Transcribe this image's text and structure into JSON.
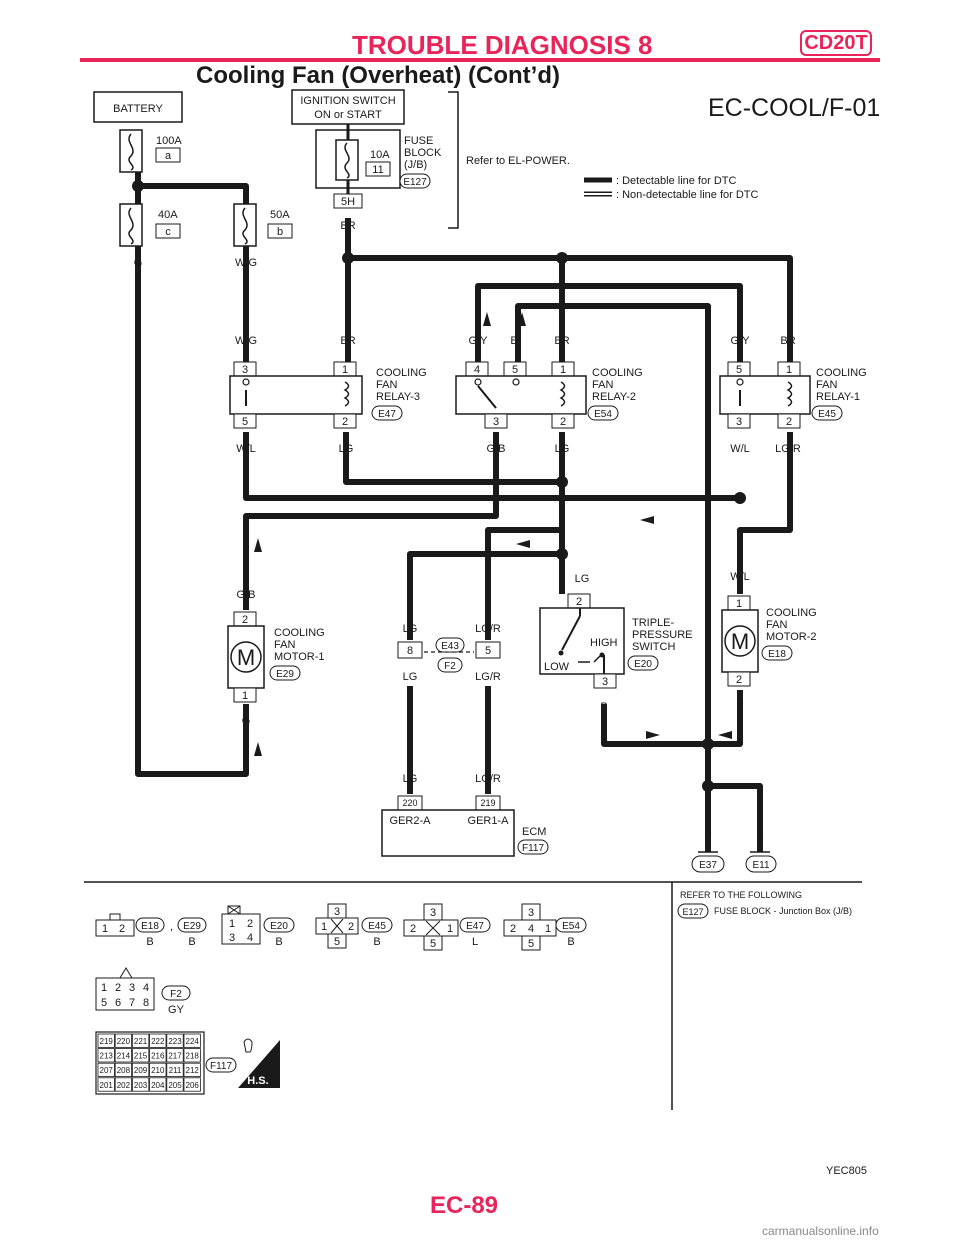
{
  "header": {
    "title": "TROUBLE DIAGNOSIS 8",
    "engine_code": "CD20T",
    "subtitle": "Cooling Fan (Overheat) (Cont’d)"
  },
  "diagram_id": "EC-COOL/F-01",
  "battery": "BATTERY",
  "ignition_switch": [
    "IGNITION SWITCH",
    "ON or START"
  ],
  "fuse_block": {
    "label": [
      "FUSE",
      "BLOCK",
      "(J/B)"
    ],
    "connector": "E127",
    "fuse_amp": "10A",
    "fuse_no": "11",
    "terminal": "5H"
  },
  "refer_note": "Refer to EL-POWER.",
  "fusible_links": [
    {
      "amp": "100A",
      "id": "a"
    },
    {
      "amp": "40A",
      "id": "c"
    },
    {
      "amp": "50A",
      "id": "b"
    }
  ],
  "legend": {
    "detectable": ": Detectable line for DTC",
    "non_detectable": ": Non-detectable line for DTC"
  },
  "wires": {
    "g": "G",
    "wg": "W/G",
    "br": "BR",
    "wl": "W/L",
    "lg": "LG",
    "gy": "G/Y",
    "b": "B",
    "gb": "G/B",
    "lgr": "LG/R"
  },
  "relays": [
    {
      "name": [
        "COOLING",
        "FAN",
        "RELAY-3"
      ],
      "conn": "E47",
      "t": [
        "3",
        "1",
        "5",
        "2"
      ]
    },
    {
      "name": [
        "COOLING",
        "FAN",
        "RELAY-2"
      ],
      "conn": "E54",
      "t": [
        "4",
        "5",
        "1",
        "3",
        "2"
      ]
    },
    {
      "name": [
        "COOLING",
        "FAN",
        "RELAY-1"
      ],
      "conn": "E45",
      "t": [
        "5",
        "1",
        "3",
        "2"
      ]
    }
  ],
  "motors": [
    {
      "name": [
        "COOLING",
        "FAN",
        "MOTOR-1"
      ],
      "conn": "E29",
      "t": [
        "2",
        "1"
      ],
      "sym": "M"
    },
    {
      "name": [
        "COOLING",
        "FAN",
        "MOTOR-2"
      ],
      "conn": "E18",
      "t": [
        "1",
        "2"
      ],
      "sym": "M"
    }
  ],
  "joint": {
    "c1": "E43",
    "c2": "F2",
    "t1": "8",
    "t2": "5"
  },
  "pressure_switch": {
    "name": [
      "TRIPLE-",
      "PRESSURE",
      "SWITCH"
    ],
    "conn": "E20",
    "high": "HIGH",
    "low": "LOW",
    "t1": "2",
    "t2": "3"
  },
  "ecm": {
    "label": "ECM",
    "conn": "F117",
    "t1": "220",
    "t2": "219",
    "n1": "GER2-A",
    "n2": "GER1-A"
  },
  "grounds": [
    "E37",
    "E11"
  ],
  "connectors": [
    {
      "id": "E18",
      "color": "B",
      "pins": [
        "1",
        "2"
      ]
    },
    {
      "id": "E29",
      "color": "B",
      "sep": ","
    },
    {
      "id": "E20",
      "color": "B",
      "pins": [
        "1",
        "2",
        "3",
        "4"
      ]
    },
    {
      "id": "E45",
      "color": "B",
      "pins": [
        "3",
        "1",
        "2",
        "5"
      ]
    },
    {
      "id": "E47",
      "color": "L",
      "pins": [
        "3",
        "2",
        "1",
        "5"
      ]
    },
    {
      "id": "E54",
      "color": "B",
      "pins": [
        "3",
        "2",
        "4",
        "1",
        "5"
      ]
    },
    {
      "id": "F2",
      "color": "GY",
      "pins": [
        "1",
        "2",
        "3",
        "4",
        "5",
        "6",
        "7",
        "8"
      ]
    },
    {
      "id": "F117",
      "color": ""
    }
  ],
  "ecm_pins": [
    [
      "219",
      "220",
      "221",
      "222",
      "223",
      "224"
    ],
    [
      "213",
      "214",
      "215",
      "216",
      "217",
      "218"
    ],
    [
      "207",
      "208",
      "209",
      "210",
      "211",
      "212"
    ],
    [
      "201",
      "202",
      "203",
      "204",
      "205",
      "206"
    ]
  ],
  "hs_badge": "H.S.",
  "refer_following": {
    "title": "REFER TO THE FOLLOWING",
    "conn": "E127",
    "desc": "FUSE BLOCK - Junction Box (J/B)"
  },
  "figure_code": "YEC805",
  "page_number": "EC-89",
  "watermark": "carmanualsonline.info",
  "colors": {
    "accent": "#e8245a",
    "ink": "#1a1a1a"
  }
}
